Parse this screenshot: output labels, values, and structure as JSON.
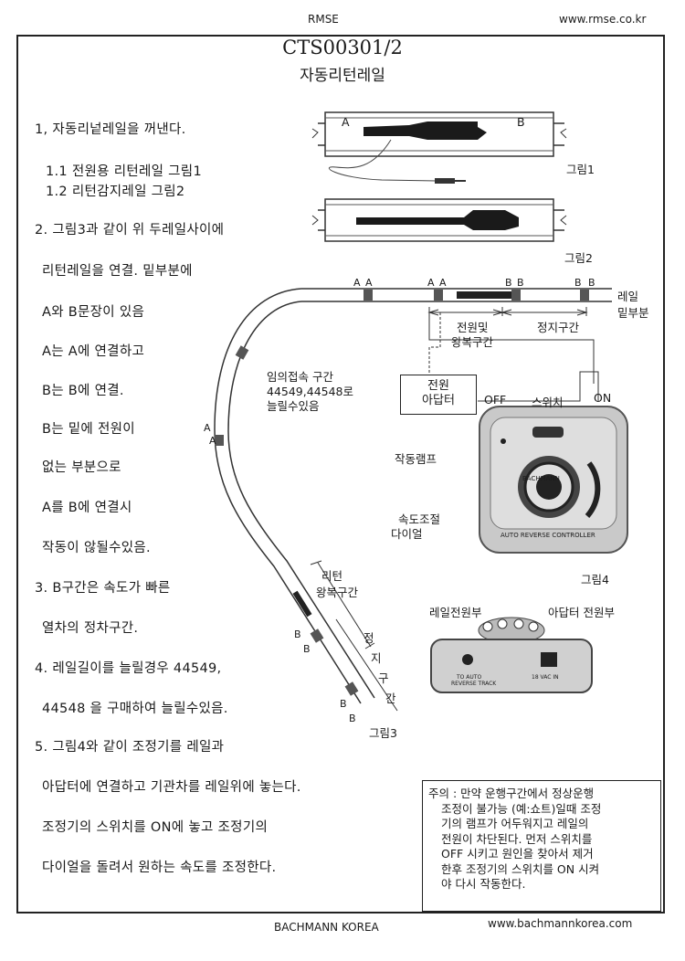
{
  "header": {
    "left": "RMSE",
    "right": "www.rmse.co.kr"
  },
  "footer": {
    "center": "BACHMANN KOREA",
    "right": "www.bachmannkorea.com"
  },
  "title": {
    "code": "CTS00301/2",
    "subtitle": "자동리턴레일"
  },
  "instructions": [
    "1, 자동리넡레일을 꺼낸다.",
    "1.1 전원용 리턴레일 그림1",
    "1.2 리턴감지레일 그림2",
    "2. 그림3과 같이 위 두레일사이에",
    "리턴레일을 연결. 밑부분에",
    "A와 B문장이 있음",
    "A는 A에 연결하고",
    "B는 B에 연결.",
    "B는 밑에 전원이",
    "없는 부분으로",
    "A를 B에 연결시",
    "작동이 않될수있음.",
    "3. B구간은 속도가 빠른",
    "열차의 정차구간.",
    "4. 레일길이를 늘릴경우 44549,",
    "44548 을 구매하여 늘릴수있음.",
    "5. 그림4와 같이 조정기를 레일과",
    "아답터에 연결하고 기관차를 레일위에 놓는다.",
    "조정기의 스위치를 ON에 놓고 조정기의",
    "다이얼을 돌려서 원하는 속도를 조정한다."
  ],
  "figures": {
    "fig1": "그림1",
    "fig2": "그림2",
    "fig3": "그림3",
    "fig4": "그림4",
    "rail_marks": {
      "a": "A",
      "b": "B"
    },
    "rail_bottom": [
      "레일",
      "밑부분"
    ],
    "power_section": [
      "전원및",
      "왕복구간"
    ],
    "stop_section": "정지구간",
    "extension": [
      "임의접속 구간",
      "44549,44548로",
      "늘릴수있음"
    ],
    "return_section": [
      "리턴",
      "왕복구간"
    ],
    "stop_vertical": [
      "정",
      "지",
      "구",
      "간"
    ],
    "adapter": [
      "전원",
      "아답터"
    ],
    "off": "OFF",
    "switch": "스위치",
    "on": "ON",
    "lamp": "작동램프",
    "dial": [
      "속도조절",
      "다이얼"
    ],
    "controller_text": "AUTO REVERSE CONTROLLER",
    "brand": "BACHMANN",
    "rail_power": "레일전원부",
    "adapter_power": "아답터 전원부",
    "port_left": [
      "TO AUTO",
      "REVERSE TRACK"
    ],
    "port_right": "18 VAC IN"
  },
  "notice": [
    "주의 : 만약 운행구간에서 정상운행",
    "조정이 불가능 (예:쇼트)일때 조정",
    "기의 램프가 어두워지고 레일의",
    "전원이 차단된다. 먼저 스위치를",
    "OFF 시키고  원인을 찾아서 제거",
    "한후 조정기의 스위치를 ON 시켜",
    "야 다시 작동한다."
  ]
}
